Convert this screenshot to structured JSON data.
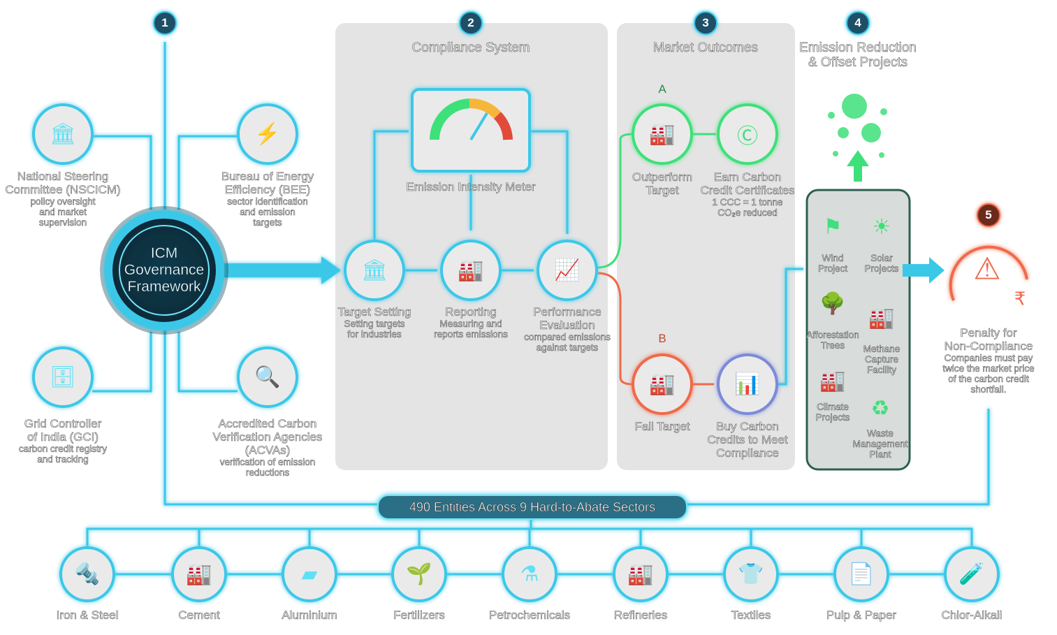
{
  "badges": [
    "1",
    "2",
    "3",
    "4",
    "5"
  ],
  "sections": {
    "compliance": "Compliance System",
    "market": "Market Outcomes",
    "offset": "Emission Reduction\n& Offset Projects"
  },
  "hub": {
    "line1": "ICM",
    "line2": "Governance",
    "line3": "Framework"
  },
  "governance": [
    {
      "title1": "National Steering",
      "title2": "Committee (NSCICM)",
      "desc1": "policy oversight",
      "desc2": "and market",
      "desc3": "supervision",
      "icon": "capitol-icon"
    },
    {
      "title1": "Bureau of Energy",
      "title2": "Efficiency (BEE)",
      "desc1": "sector identification",
      "desc2": "and emission",
      "desc3": "targets",
      "icon": "energy-gear-icon"
    },
    {
      "title1": "Grid Controller",
      "title2": "of India (GCI)",
      "desc1": "carbon credit registry",
      "desc2": "and tracking",
      "icon": "database-icon"
    },
    {
      "title1": "Accredited Carbon",
      "title2": "Verification Agencies",
      "title3": "(ACVAs)",
      "desc1": "verification of emission",
      "desc2": "reductions",
      "icon": "magnifier-check-icon"
    }
  ],
  "compliance": {
    "meter": "Emission Intensity Meter",
    "steps": [
      {
        "title1": "Target Setting",
        "desc1": "Setting targets",
        "desc2": "for industries"
      },
      {
        "title1": "Reporting",
        "desc1": "Measuring and",
        "desc2": "reports emissions"
      },
      {
        "title1": "Performance",
        "title2": "Evaluation",
        "desc1": "compared emissions",
        "desc2": "against targets"
      }
    ]
  },
  "market": {
    "a_label": "A",
    "b_label": "B",
    "outperform": {
      "l1": "Outperform",
      "l2": "Target"
    },
    "earn": {
      "l1": "Earn Carbon",
      "l2": "Credit Certificates",
      "d1": "1 CCC = 1 tonne",
      "d2": "CO₂e reduced"
    },
    "fail": "Fail Target",
    "buy": {
      "l1": "Buy Carbon",
      "l2": "Credits to Meet",
      "l3": "Compliance"
    }
  },
  "projects": [
    {
      "l1": "Wind",
      "l2": "Project"
    },
    {
      "l1": "Solar",
      "l2": "Projects"
    },
    {
      "l1": "Afforestation",
      "l2": "Trees"
    },
    {
      "l1": "Methane",
      "l2": "Capture",
      "l3": "Facility"
    },
    {
      "l1": "Climate",
      "l2": "Projects"
    },
    {
      "l1": "Waste",
      "l2": "Management",
      "l3": "Plant"
    }
  ],
  "penalty": {
    "t1": "Penalty for",
    "t2": "Non-Compliance",
    "d1": "Companies must pay",
    "d2": "twice the market price",
    "d3": "of the carbon credit",
    "d4": "shortfall."
  },
  "entities_bar": "490 Entities Across 9 Hard-to-Abate Sectors",
  "sectors": [
    "Iron & Steel",
    "Cement",
    "Aluminium",
    "Fertilizers",
    "Petrochemicals",
    "Refineries",
    "Textiles",
    "Pulp & Paper",
    "Chlor-Alkali"
  ],
  "colors": {
    "cyan": "#3ac8e8",
    "green": "#3ee07a",
    "red": "#f06a4a",
    "panel": "#e4e4e4"
  }
}
